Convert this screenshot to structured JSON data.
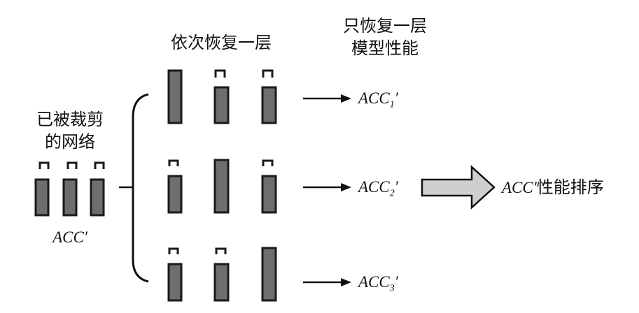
{
  "headers": {
    "restore_each": "依次恢复一层",
    "restore_only_line1": "只恢复一层",
    "restore_only_line2": "模型性能"
  },
  "pruned": {
    "line1": "已被裁剪",
    "line2": "的网络",
    "metric": "ACC′"
  },
  "results": {
    "acc1": "ACC",
    "acc1_sub": "1",
    "acc1_prime": "′",
    "acc2": "ACC",
    "acc2_sub": "2",
    "acc2_prime": "′",
    "acc3": "ACC",
    "acc3_sub": "3",
    "acc3_prime": "′"
  },
  "ranking": {
    "metric": "ACC′",
    "text": "性能排序"
  },
  "colors": {
    "bar_fill": "#6e6e6e",
    "bar_stroke": "#1a1a1a",
    "big_arrow_fill": "#cfcfcf"
  }
}
